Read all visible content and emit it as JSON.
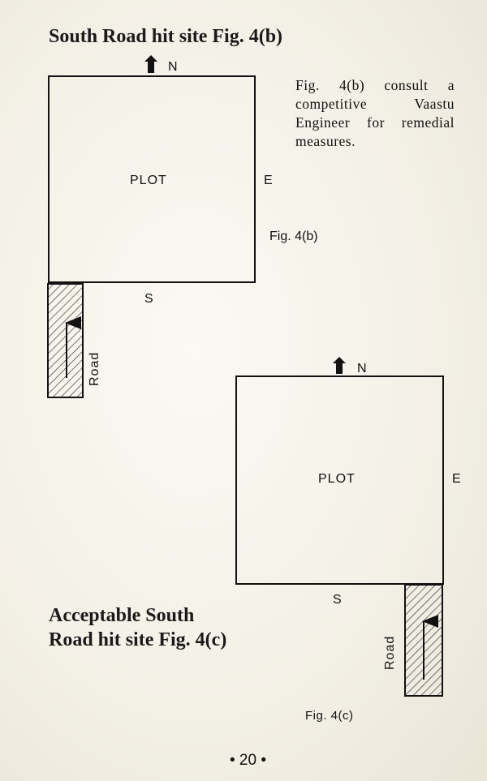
{
  "fig_b": {
    "title": "South Road hit site Fig. 4(b)",
    "north": "N",
    "plot": "PLOT",
    "east": "E",
    "south": "S",
    "road": "Road",
    "caption": "Fig. 4(b)",
    "note": "Fig. 4(b) consult a competitive Vaastu Engineer for remedial measures."
  },
  "fig_c": {
    "title_line1": "Acceptable South",
    "title_line2": "Road hit site Fig. 4(c)",
    "north": "N",
    "plot": "PLOT",
    "east": "E",
    "south": "S",
    "road": "Road",
    "caption": "Fig. 4(c)"
  },
  "page_number": "• 20 •"
}
